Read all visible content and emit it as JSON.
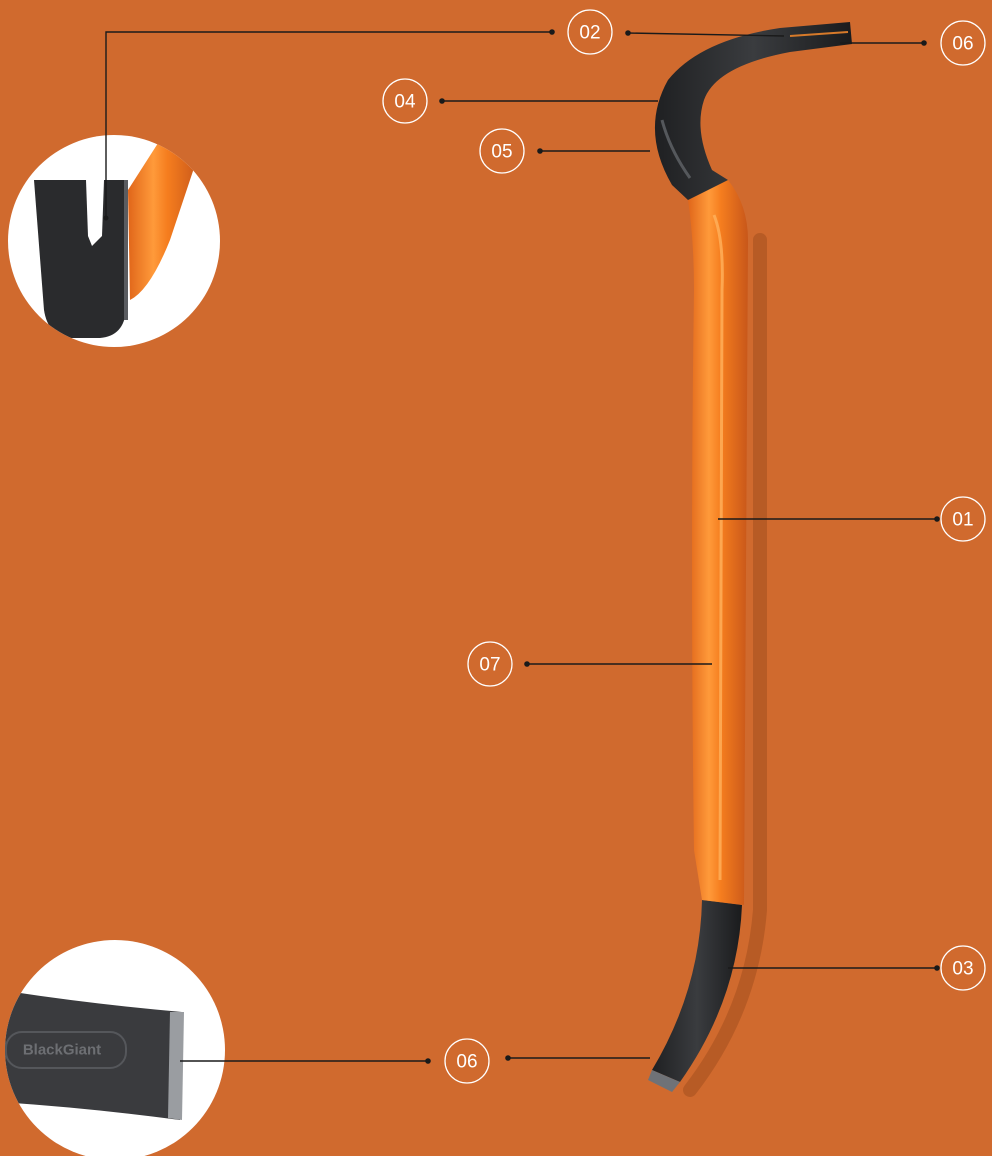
{
  "colors": {
    "background": "#d06a2e",
    "bar_orange": "#f07d1e",
    "bar_steel": "#2e2f31",
    "callout": "#ffffff",
    "leader": "#1a1a1a"
  },
  "callouts": [
    {
      "id": "callout-01",
      "label": "01"
    },
    {
      "id": "callout-02",
      "label": "02"
    },
    {
      "id": "callout-03",
      "label": "03"
    },
    {
      "id": "callout-04",
      "label": "04"
    },
    {
      "id": "callout-05",
      "label": "05"
    },
    {
      "id": "callout-06-top",
      "label": "06"
    },
    {
      "id": "callout-06-bottom",
      "label": "06"
    },
    {
      "id": "callout-07",
      "label": "07"
    }
  ],
  "detail_views": {
    "flat_end_brand": "BlackGiant"
  }
}
